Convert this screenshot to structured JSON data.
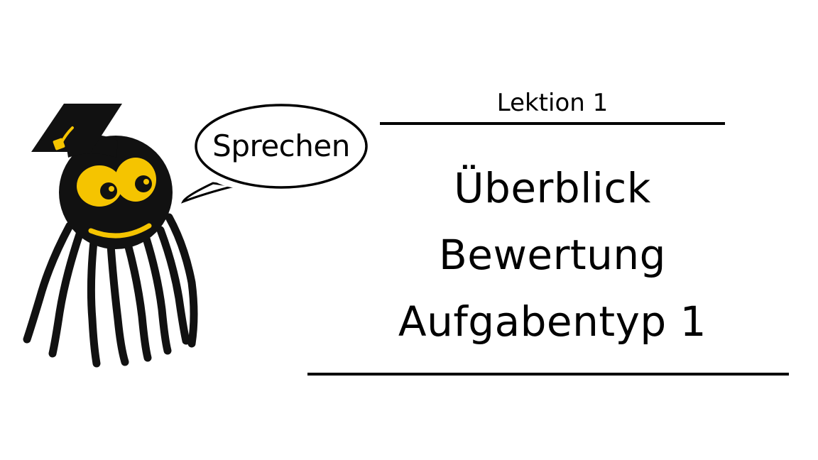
{
  "speech_bubble": {
    "text": "Sprechen"
  },
  "header": {
    "lesson": "Lektion 1"
  },
  "title": {
    "lines": [
      "Überblick",
      "Bewertung",
      "Aufgabentyp 1"
    ]
  },
  "colors": {
    "mascot_body": "#111111",
    "mascot_accent": "#f5c400",
    "rule": "#000000",
    "background": "#ffffff"
  },
  "icons": {
    "mascot": "octopus-with-graduation-cap"
  }
}
